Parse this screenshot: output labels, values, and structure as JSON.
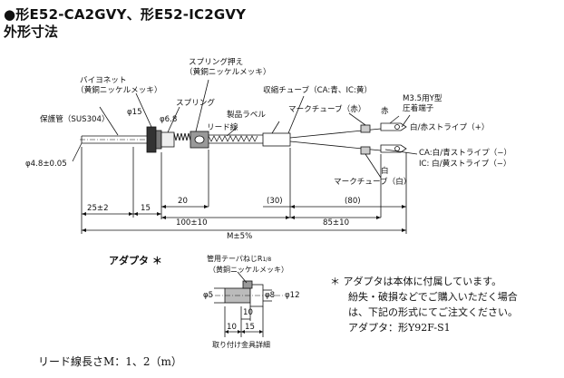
{
  "header": {
    "title_line1": "●形E52-CA2GVY、形E52-IC2GVY",
    "title_line2": "外形寸法"
  },
  "labels": {
    "spring_retainer": "スプリング押え",
    "spring_retainer_material": "（黄銅ニッケルメッキ）",
    "bayonet": "バイヨネット",
    "bayonet_material": "（黄銅ニッケルメッキ）",
    "shrink_tube": "収縮チューブ（CA:青、IC:黄）",
    "terminal": "M3.5用Y型",
    "terminal2": "圧着端子",
    "spring": "スプリング",
    "lead_wire": "リード線",
    "product_label": "製品ラベル",
    "mark_tube_red": "マークチューブ（赤）",
    "red": "赤",
    "white_red_stripe": "白/赤ストライプ（+）",
    "protect_tube": "保護管（SUS304）",
    "dia15": "φ15",
    "dia6_8": "φ6.8",
    "dia4_8": "φ4.8±0.05",
    "ca_stripe": "CA:白/青ストライプ（−）",
    "ic_stripe": "IC: 白/黄ストライプ（−）",
    "white": "白",
    "mark_tube_white": "マークチューブ（白）"
  },
  "dimensions": {
    "d25": "25±2",
    "d15": "15",
    "d20": "20",
    "d100": "100±10",
    "d30": "(30)",
    "d80": "(80)",
    "d85": "85±10",
    "dM": "M±5%"
  },
  "adapter": {
    "title": "アダプタ ＊",
    "thread": "管用テーパねじR",
    "thread_sub": "1/8",
    "material": "（黄銅ニッケルメッキ）",
    "d5": "φ5",
    "d8": "φ8",
    "d12": "φ12",
    "d10a": "10",
    "d10b": "10",
    "d15": "15",
    "caption": "取り付け金具詳細"
  },
  "notes": {
    "line1": "＊ アダプタは本体に付属しています。",
    "line2": "紛失・破損などでご購入いただく場合",
    "line3": "は、下記の形式にてご注文ください。",
    "line4": "アダプタ：形Y92F-S1"
  },
  "footer": {
    "lead_length": "リード線長さM：1、2（m）"
  }
}
